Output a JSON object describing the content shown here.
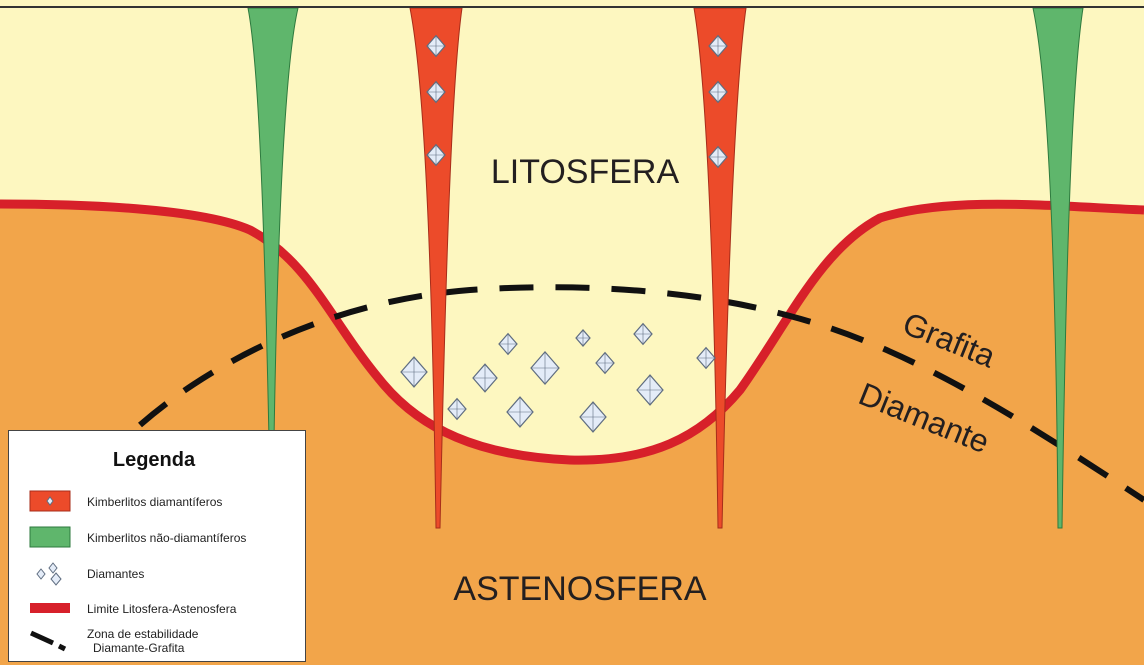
{
  "colors": {
    "lithosphere": "#fdf7c0",
    "asthenosphere": "#f2a54a",
    "boundary": "#d7202a",
    "diamond_kimberlite": "#ec4b2a",
    "barren_kimberlite": "#5fb66c",
    "diamond_fill": "#e4ecf8",
    "diamond_stroke": "#5f6d80",
    "stability_line": "#111111"
  },
  "labels": {
    "lithosphere": "LITOSFERA",
    "asthenosphere": "ASTENOSFERA",
    "graphite": "Grafita",
    "diamond": "Diamante"
  },
  "legend": {
    "title": "Legenda",
    "items": [
      {
        "key": "diamond-kimberlite",
        "label": "Kimberlitos diamantíferos",
        "icon": "red-swatch-icon"
      },
      {
        "key": "barren-kimberlite",
        "label": "Kimberlitos não-diamantíferos",
        "icon": "green-swatch-icon"
      },
      {
        "key": "diamonds",
        "label": "Diamantes",
        "icon": "diamond-icon"
      },
      {
        "key": "boundary",
        "label": "Limite Litosfera-Astenosfera",
        "icon": "red-line-icon"
      },
      {
        "key": "stability-zone",
        "label": "Zona de estabilidade",
        "label2": "Diamante-Grafita",
        "icon": "dashed-line-icon"
      }
    ]
  }
}
